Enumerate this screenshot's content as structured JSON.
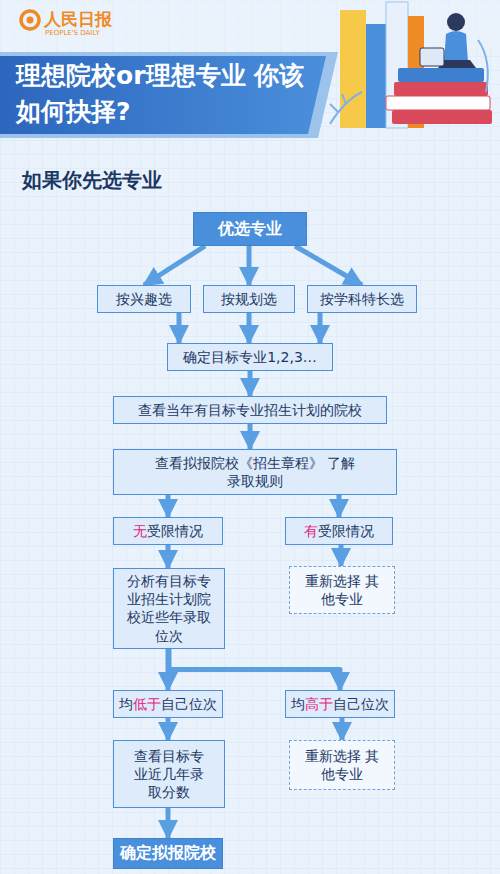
{
  "diagram": {
    "title": "理想院校or理想专业 你该如何抉择?",
    "nodes": [
      {
        "text": [
          "优选专业"
        ]
      },
      {
        "text": [
          "按兴趣选"
        ]
      },
      {
        "text": [
          "按规划选"
        ]
      },
      {
        "text": [
          "按学科特长选"
        ]
      },
      {
        "text": [
          "确定目标专业1,2,3…"
        ]
      },
      {
        "text": [
          "查看当年有目标专业招生计划的院校"
        ]
      },
      {
        "text": [
          "查看拟报院校《招生章程》 了解录取规则"
        ]
      },
      {
        "text": [
          "无受限情况"
        ]
      },
      {
        "text": [
          "有受限情况"
        ]
      },
      {
        "text": [
          "分析有目标专业招生计划院校近些年录取位次"
        ]
      },
      {
        "text": [
          "重新选择 其他专业"
        ]
      },
      {
        "text": [
          "均低于自己位次"
        ]
      },
      {
        "text": [
          "均高于自己位次"
        ]
      },
      {
        "text": [
          "查看目标专业近几年录取分数"
        ]
      },
      {
        "text": [
          "重新选择 其他专业"
        ]
      },
      {
        "text": [
          "确定拟报院校"
        ]
      }
    ],
    "edges": [
      {
        "from": 0,
        "to": 1,
        "arrow": "to"
      },
      {
        "from": 0,
        "to": 2,
        "arrow": "to"
      },
      {
        "from": 0,
        "to": 3,
        "arrow": "to"
      },
      {
        "from": 1,
        "to": 4,
        "arrow": "to"
      },
      {
        "from": 2,
        "to": 4,
        "arrow": "to"
      },
      {
        "from": 3,
        "to": 4,
        "arrow": "to"
      },
      {
        "from": 4,
        "to": 5,
        "arrow": "to"
      },
      {
        "from": 5,
        "to": 6,
        "arrow": "to"
      },
      {
        "from": 6,
        "to": 7,
        "arrow": "to"
      },
      {
        "from": 6,
        "to": 8,
        "arrow": "to"
      },
      {
        "from": 7,
        "to": 9,
        "arrow": "to"
      },
      {
        "from": 8,
        "to": 10,
        "arrow": "to"
      },
      {
        "from": 9,
        "to": 11,
        "arrow": "to"
      },
      {
        "from": 9,
        "to": 12,
        "arrow": "to"
      },
      {
        "from": 11,
        "to": 13,
        "arrow": "to"
      },
      {
        "from": 12,
        "to": 14,
        "arrow": "to"
      },
      {
        "from": 13,
        "to": 15,
        "arrow": "to"
      }
    ],
    "labels": [
      "人民日报",
      "PEOPLE'S DAILY",
      "如果你先选专业"
    ]
  }
}
